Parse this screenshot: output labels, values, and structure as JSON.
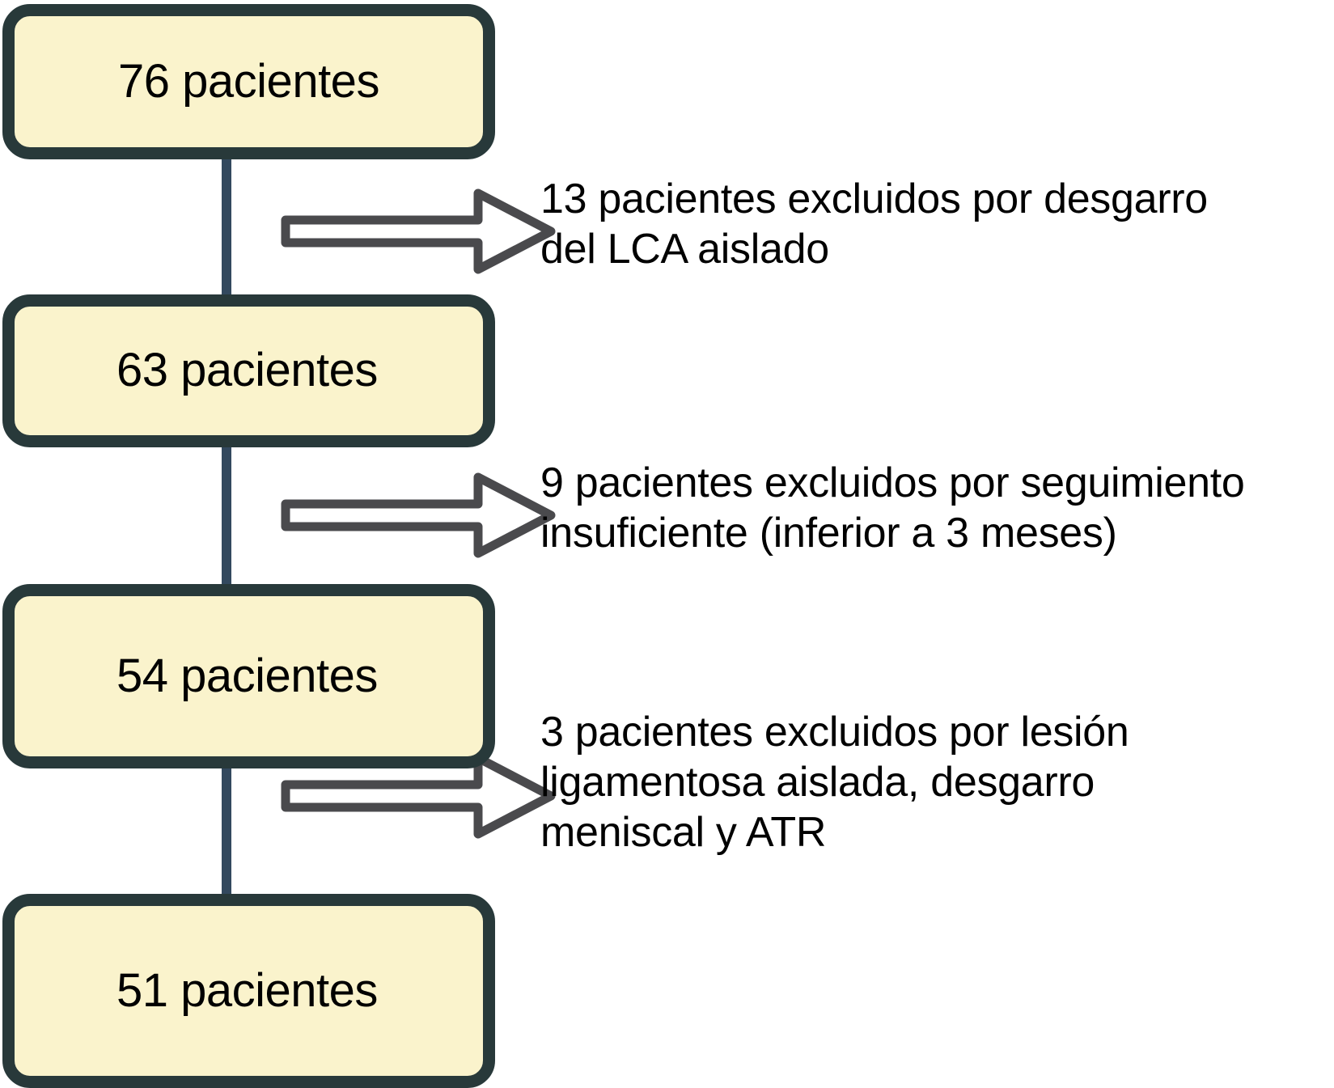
{
  "diagram": {
    "type": "patient-selection-flowchart",
    "language": "es",
    "colors": {
      "box_fill": "#faf3cc",
      "box_border": "#28393a",
      "connector": "#33495e",
      "arrow_outline": "#4a4a4d",
      "text": "#000000",
      "background": "#ffffff"
    },
    "nodes": [
      {
        "id": "node-1",
        "label": "76 pacientes",
        "count": 76
      },
      {
        "id": "node-2",
        "label": "63 pacientes",
        "count": 63
      },
      {
        "id": "node-3",
        "label": "54 pacientes",
        "count": 54
      },
      {
        "id": "node-4",
        "label": "51 pacientes",
        "count": 51
      }
    ],
    "exclusions": [
      {
        "id": "exclusion-1",
        "count": 13,
        "text": "13 pacientes excluidos por desgarro\ndel LCA aislado",
        "from": "node-1",
        "to": "node-2"
      },
      {
        "id": "exclusion-2",
        "count": 9,
        "text": "9 pacientes excluidos por seguimiento\ninsuficiente (inferior a 3 meses)",
        "from": "node-2",
        "to": "node-3"
      },
      {
        "id": "exclusion-3",
        "count": 3,
        "text": "3 pacientes excluidos por lesión\nligamentosa aislada, desgarro\nmeniscal y ATR",
        "from": "node-3",
        "to": "node-4"
      }
    ]
  }
}
